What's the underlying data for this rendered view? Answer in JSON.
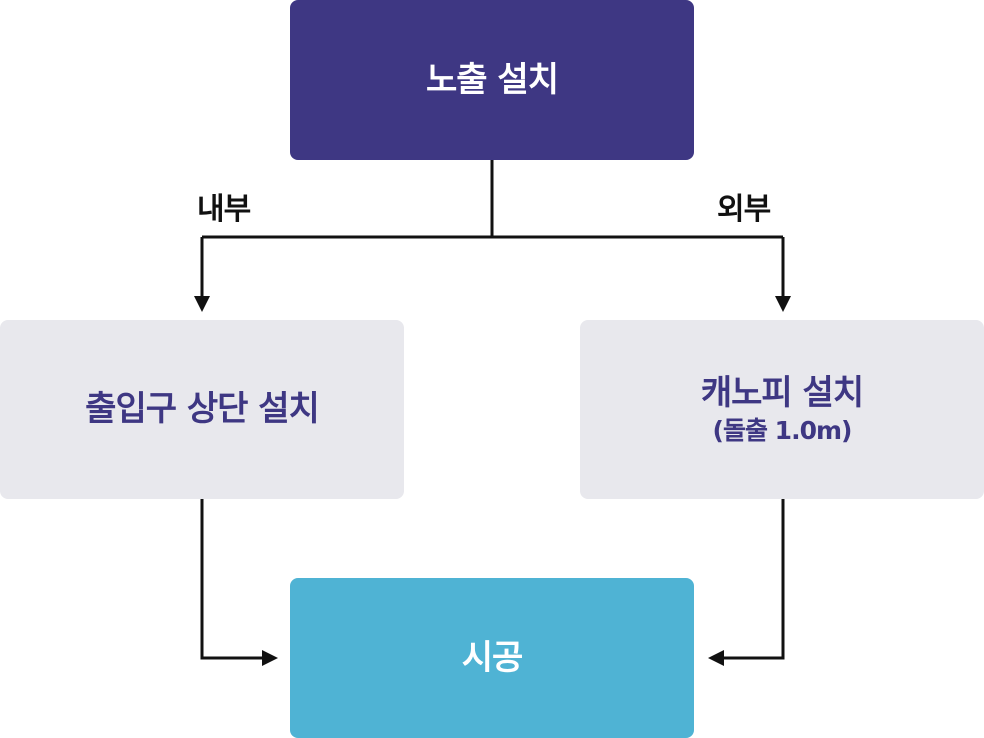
{
  "nodes": {
    "top": {
      "label": "노출 설치"
    },
    "left": {
      "label": "출입구 상단 설치"
    },
    "right": {
      "label": "캐노피 설치",
      "sublabel": "(돌출 1.0m)"
    },
    "bottom": {
      "label": "시공"
    }
  },
  "edges": {
    "left_label": "내부",
    "right_label": "외부"
  },
  "colors": {
    "top_box": "#3e3783",
    "option_box": "#e8e8ed",
    "bottom_box": "#4fb3d4",
    "option_text": "#3e3783",
    "line": "#111111"
  }
}
